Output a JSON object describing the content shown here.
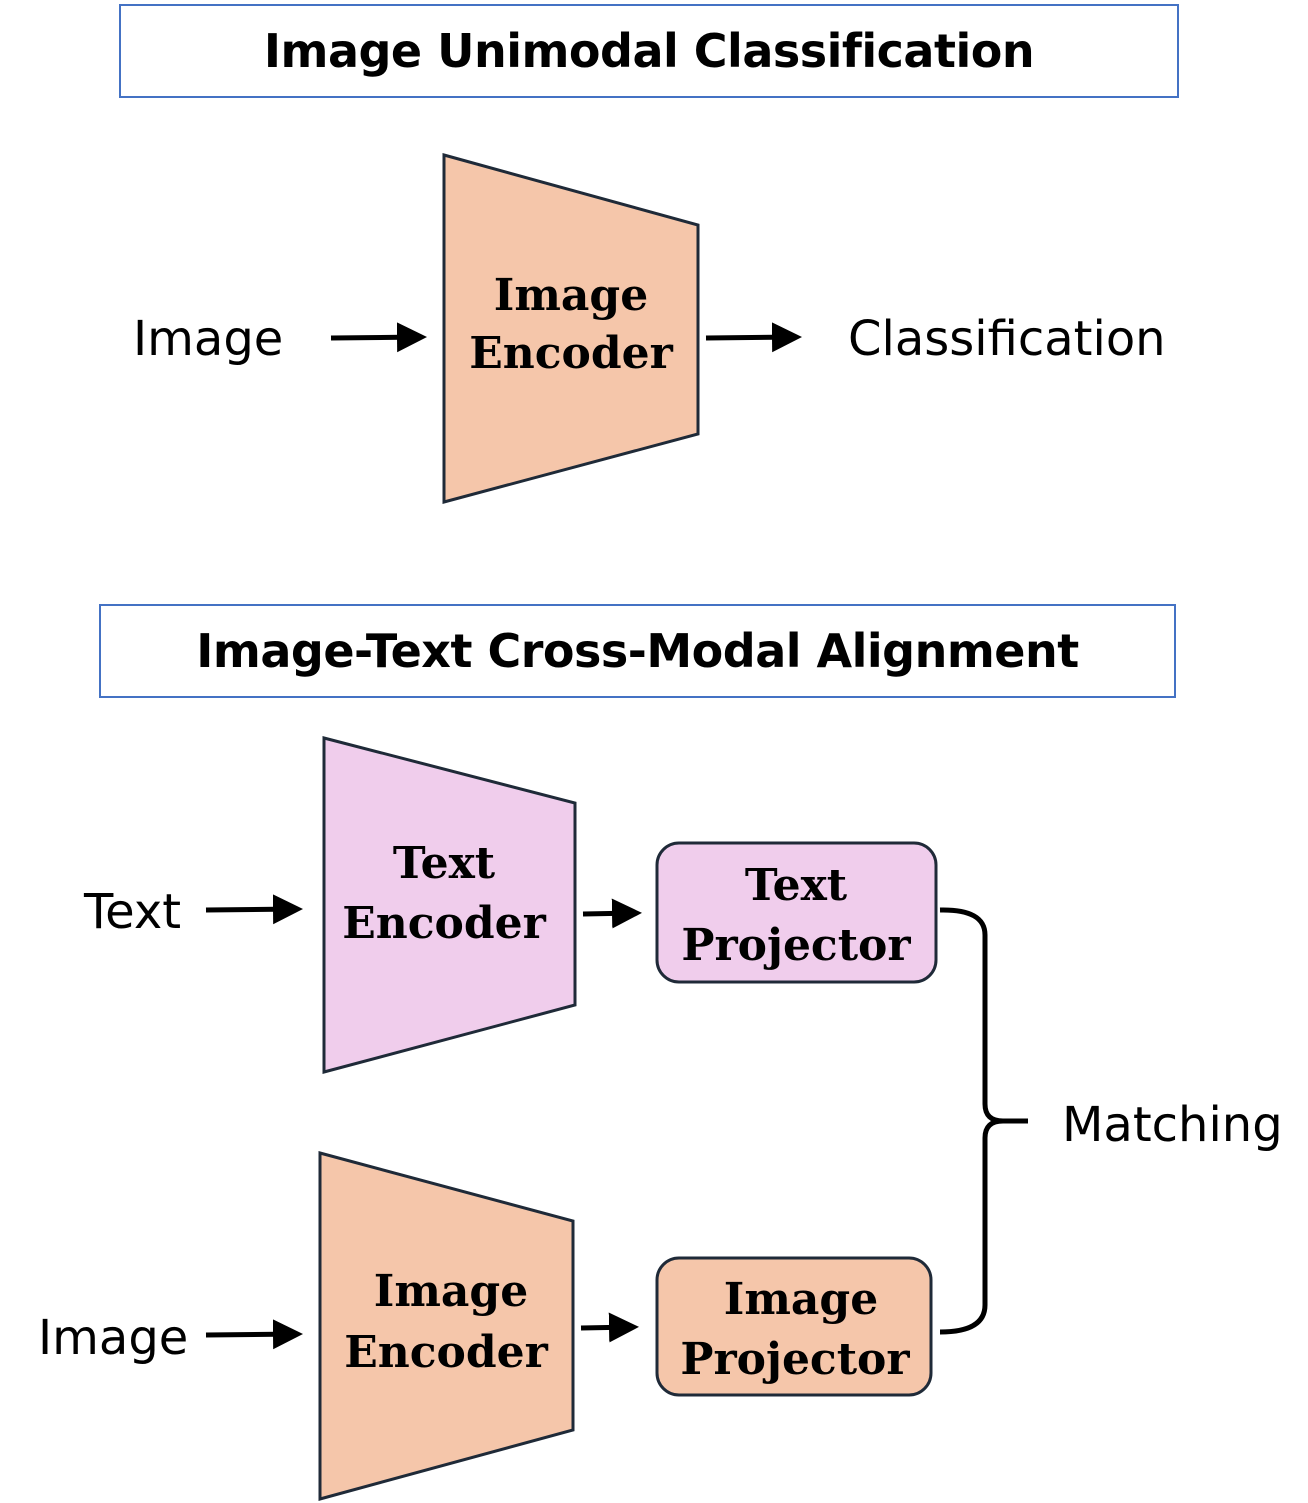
{
  "section1": {
    "title": "Image Unimodal Classification",
    "input_label": "Image",
    "encoder": {
      "line1": "Image",
      "line2": "Encoder"
    },
    "output_label": "Classification"
  },
  "section2": {
    "title": "Image-Text Cross-Modal Alignment",
    "text_input_label": "Text",
    "text_encoder": {
      "line1": "Text",
      "line2": "Encoder"
    },
    "text_projector": {
      "line1": "Text",
      "line2": "Projector"
    },
    "image_input_label": "Image",
    "image_encoder": {
      "line1": "Image",
      "line2": "Encoder"
    },
    "image_projector": {
      "line1": "Image",
      "line2": "Projector"
    },
    "output_label": "Matching"
  },
  "colors": {
    "title_border": "#4472c4",
    "image_fill": "#f5c6aa",
    "text_fill": "#f0cdec",
    "stroke": "#1f2a38"
  }
}
